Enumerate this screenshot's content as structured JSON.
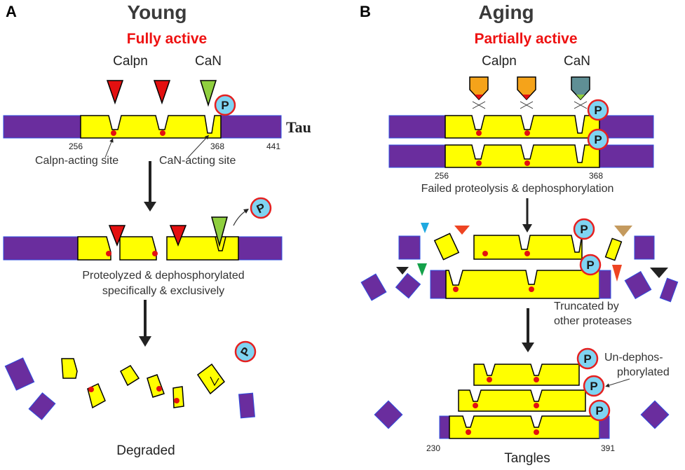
{
  "panels": {
    "young": {
      "letter": "A",
      "title": "Young",
      "activity": "Fully active",
      "calpain": "Calpn",
      "calcineurin": "CaN",
      "tau_label": "Tau",
      "n256": "256",
      "n368": "368",
      "n441": "441",
      "calpn_site": "Calpn-acting site",
      "can_site": "CaN-acting site",
      "step2_line1": "Proteolyzed  &  dephosphorylated",
      "step2_line2": "specifically & exclusively",
      "result": "Degraded"
    },
    "aging": {
      "letter": "B",
      "title": "Aging",
      "activity": "Partially active",
      "calpain": "Calpn",
      "calcineurin": "CaN",
      "n256": "256",
      "n368": "368",
      "failed": "Failed proteolysis & dephosphorylation",
      "truncated_line1": "Truncated  by",
      "truncated_line2": "other proteases",
      "undephos_line1": "Un-dephos-",
      "undephos_line2": "phorylated",
      "n230": "230",
      "n391": "391",
      "result": "Tangles"
    }
  },
  "phospho_symbol": "P",
  "colors": {
    "tau_purple": "#6a2d9e",
    "core_yellow": "#ffff00",
    "calpain_red": "#e31010",
    "can_green": "#8fcf3f",
    "phospho_blue": "#7fd4f2",
    "phospho_ring": "#e52020",
    "aging_calpain": "#f5a31a",
    "aging_can": "#5f8f95",
    "fragment_tan": "#c49a5e",
    "fragment_cyan": "#1fa9e0",
    "fragment_green": "#14a14a"
  }
}
